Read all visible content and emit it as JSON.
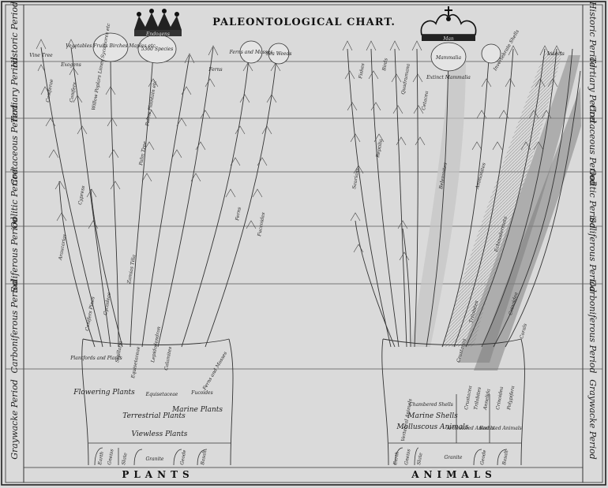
{
  "title": "PALEONTOLOGICAL CHART.",
  "periods": [
    "Historic Period",
    "Tertiary Period",
    "Cretaceous Period",
    "Oolitic Period",
    "Saliferous Period",
    "Carboniferous Period",
    "Graywacke Period"
  ],
  "plants": {
    "footer": "PLANTS",
    "crown_label": "Endogens",
    "top_labels": [
      "Vine Tree",
      "Exogens",
      "Vegetables Fruits Birches Maples etc",
      "5360 Species",
      "Ferns",
      "Ferns and Mosses",
      "Sea Weeds"
    ],
    "mid_labels": [
      "Coniferae",
      "Conifers",
      "Willow Poplars Limes Sycamores etc",
      "Cypress",
      "Palms Plaintain etc",
      "Araucarias",
      "Cycadeae",
      "Palm Tree",
      "Equisetaceae",
      "Ferns",
      "Fuccoides",
      "Lepidodendron",
      "Sigillaria",
      "Zamias Tilia",
      "Conifers Pines",
      "Calamites"
    ],
    "root_labels": [
      "Flowering Plants",
      "Terrestrial Plants",
      "Marine Plants",
      "Viewless Plants",
      "Plantfords and Plants",
      "Equisetaceae",
      "Ferns and Mosses",
      "Fucoides"
    ],
    "base_labels": [
      "Earth",
      "Gneiss",
      "Slate",
      "Granite",
      "Geode",
      "Basalt"
    ]
  },
  "animals": {
    "footer": "ANIMALS",
    "crown_label": "Man",
    "top_labels": [
      "Fishes",
      "Birds",
      "Mammalia",
      "Invertebrate Shells",
      "Insects"
    ],
    "mid_labels": [
      "Saurians",
      "Reptilia",
      "Extinct Mammalia",
      "Quadrumana",
      "Cetacea",
      "Crustacea",
      "Trilobites",
      "Ammonites",
      "Echinodermata",
      "Crinoidea",
      "Corals",
      "Belemnites"
    ],
    "root_labels": [
      "Vertebral Animals",
      "Marine Shells",
      "Molluscous Animals",
      "Articulated Animals",
      "Radiated Animals",
      "Chambered Shells",
      "Crustacea",
      "Trilobites",
      "Annelida",
      "Crinoidea",
      "Polypifera"
    ],
    "base_labels": [
      "Earth",
      "Gneiss",
      "Slate",
      "Granite",
      "Geode",
      "Basalt"
    ]
  }
}
